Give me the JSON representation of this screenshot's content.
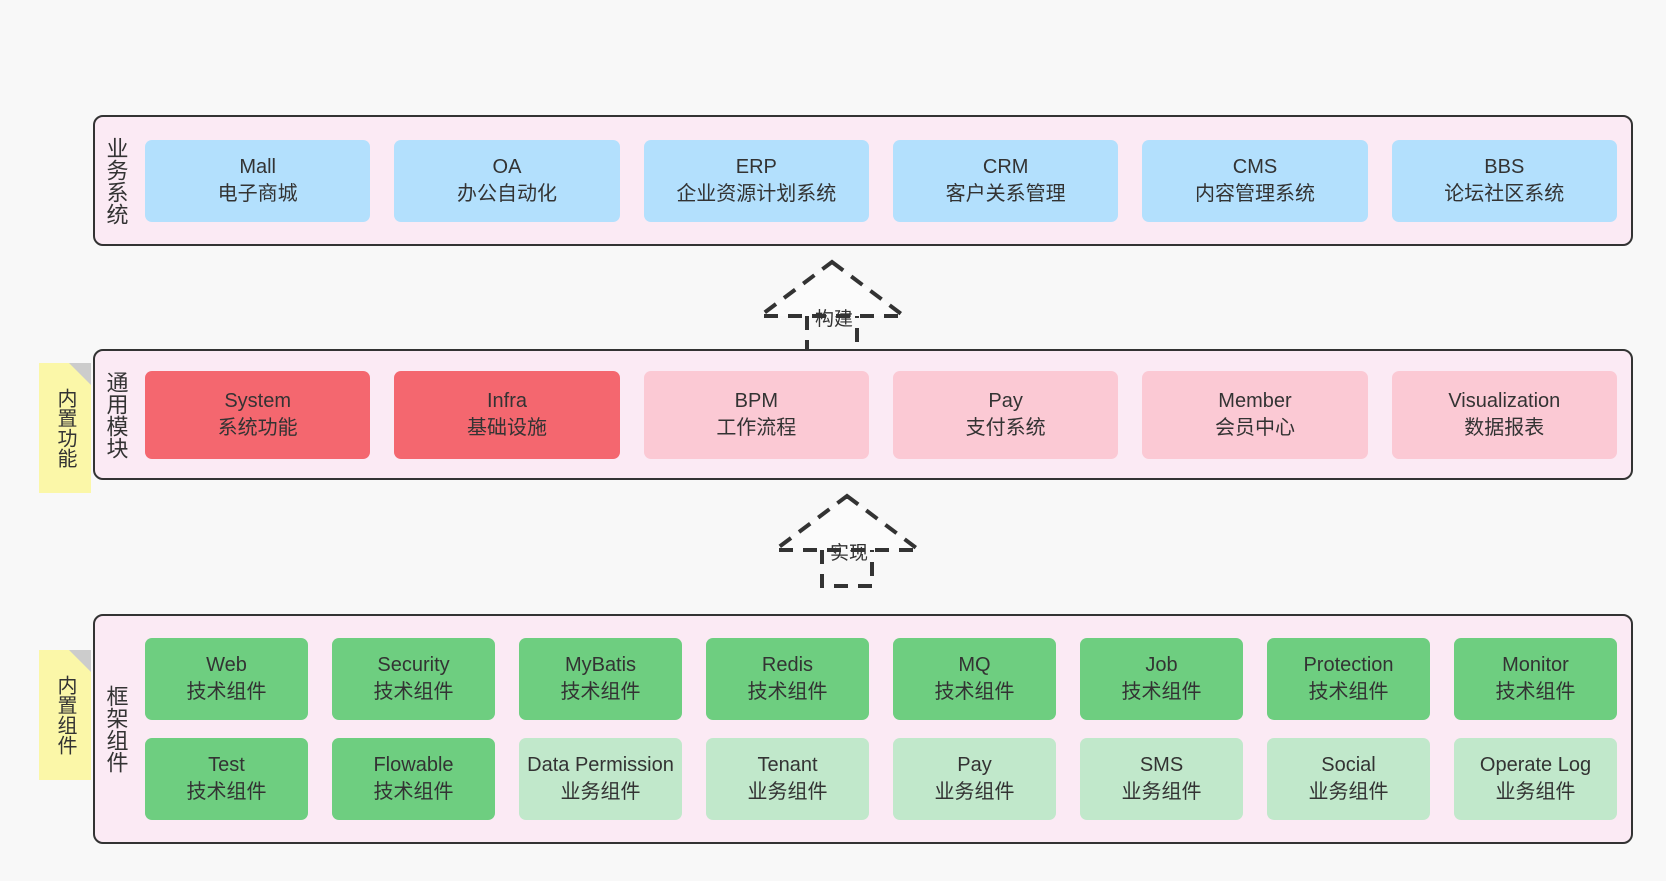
{
  "diagram": {
    "background_color": "#f8f8f8",
    "layer_fill": "#fbeaf4",
    "layer_border": "#333333",
    "note_color": "#fbf7a8",
    "business_card_color": "#b3e0fd",
    "module_strong_color": "#f4676f",
    "module_light_color": "#fbc9d4",
    "framework_tech_color": "#6ece80",
    "framework_business_color": "#c1e8cb"
  },
  "layers": [
    {
      "id": "business",
      "title": "业务系统",
      "cards": [
        {
          "name": "Mall",
          "sub": "电子商城"
        },
        {
          "name": "OA",
          "sub": "办公自动化"
        },
        {
          "name": "ERP",
          "sub": "企业资源计划系统"
        },
        {
          "name": "CRM",
          "sub": "客户关系管理"
        },
        {
          "name": "CMS",
          "sub": "内容管理系统"
        },
        {
          "name": "BBS",
          "sub": "论坛社区系统"
        }
      ]
    },
    {
      "id": "module",
      "title": "通用模块",
      "note": "内置功能",
      "cards": [
        {
          "name": "System",
          "sub": "系统功能",
          "emphasis": "strong"
        },
        {
          "name": "Infra",
          "sub": "基础设施",
          "emphasis": "strong"
        },
        {
          "name": "BPM",
          "sub": "工作流程",
          "emphasis": "light"
        },
        {
          "name": "Pay",
          "sub": "支付系统",
          "emphasis": "light"
        },
        {
          "name": "Member",
          "sub": "会员中心",
          "emphasis": "light"
        },
        {
          "name": "Visualization",
          "sub": "数据报表",
          "emphasis": "light"
        }
      ]
    },
    {
      "id": "framework",
      "title": "框架组件",
      "note": "内置组件",
      "rows": [
        [
          {
            "name": "Web",
            "sub": "技术组件",
            "emphasis": "tech"
          },
          {
            "name": "Security",
            "sub": "技术组件",
            "emphasis": "tech"
          },
          {
            "name": "MyBatis",
            "sub": "技术组件",
            "emphasis": "tech"
          },
          {
            "name": "Redis",
            "sub": "技术组件",
            "emphasis": "tech"
          },
          {
            "name": "MQ",
            "sub": "技术组件",
            "emphasis": "tech"
          },
          {
            "name": "Job",
            "sub": "技术组件",
            "emphasis": "tech"
          },
          {
            "name": "Protection",
            "sub": "技术组件",
            "emphasis": "tech"
          },
          {
            "name": "Monitor",
            "sub": "技术组件",
            "emphasis": "tech"
          }
        ],
        [
          {
            "name": "Test",
            "sub": "技术组件",
            "emphasis": "tech"
          },
          {
            "name": "Flowable",
            "sub": "技术组件",
            "emphasis": "tech"
          },
          {
            "name": "Data Permission",
            "sub": "业务组件",
            "emphasis": "biz2"
          },
          {
            "name": "Tenant",
            "sub": "业务组件",
            "emphasis": "biz2"
          },
          {
            "name": "Pay",
            "sub": "业务组件",
            "emphasis": "biz2"
          },
          {
            "name": "SMS",
            "sub": "业务组件",
            "emphasis": "biz2"
          },
          {
            "name": "Social",
            "sub": "业务组件",
            "emphasis": "biz2"
          },
          {
            "name": "Operate Log",
            "sub": "业务组件",
            "emphasis": "biz2"
          }
        ]
      ]
    }
  ],
  "connectors": [
    {
      "id": "build",
      "label": "构建",
      "style": "dashed-generalization",
      "direction": "up"
    },
    {
      "id": "implement",
      "label": "实现",
      "style": "dashed-generalization",
      "direction": "up"
    }
  ]
}
